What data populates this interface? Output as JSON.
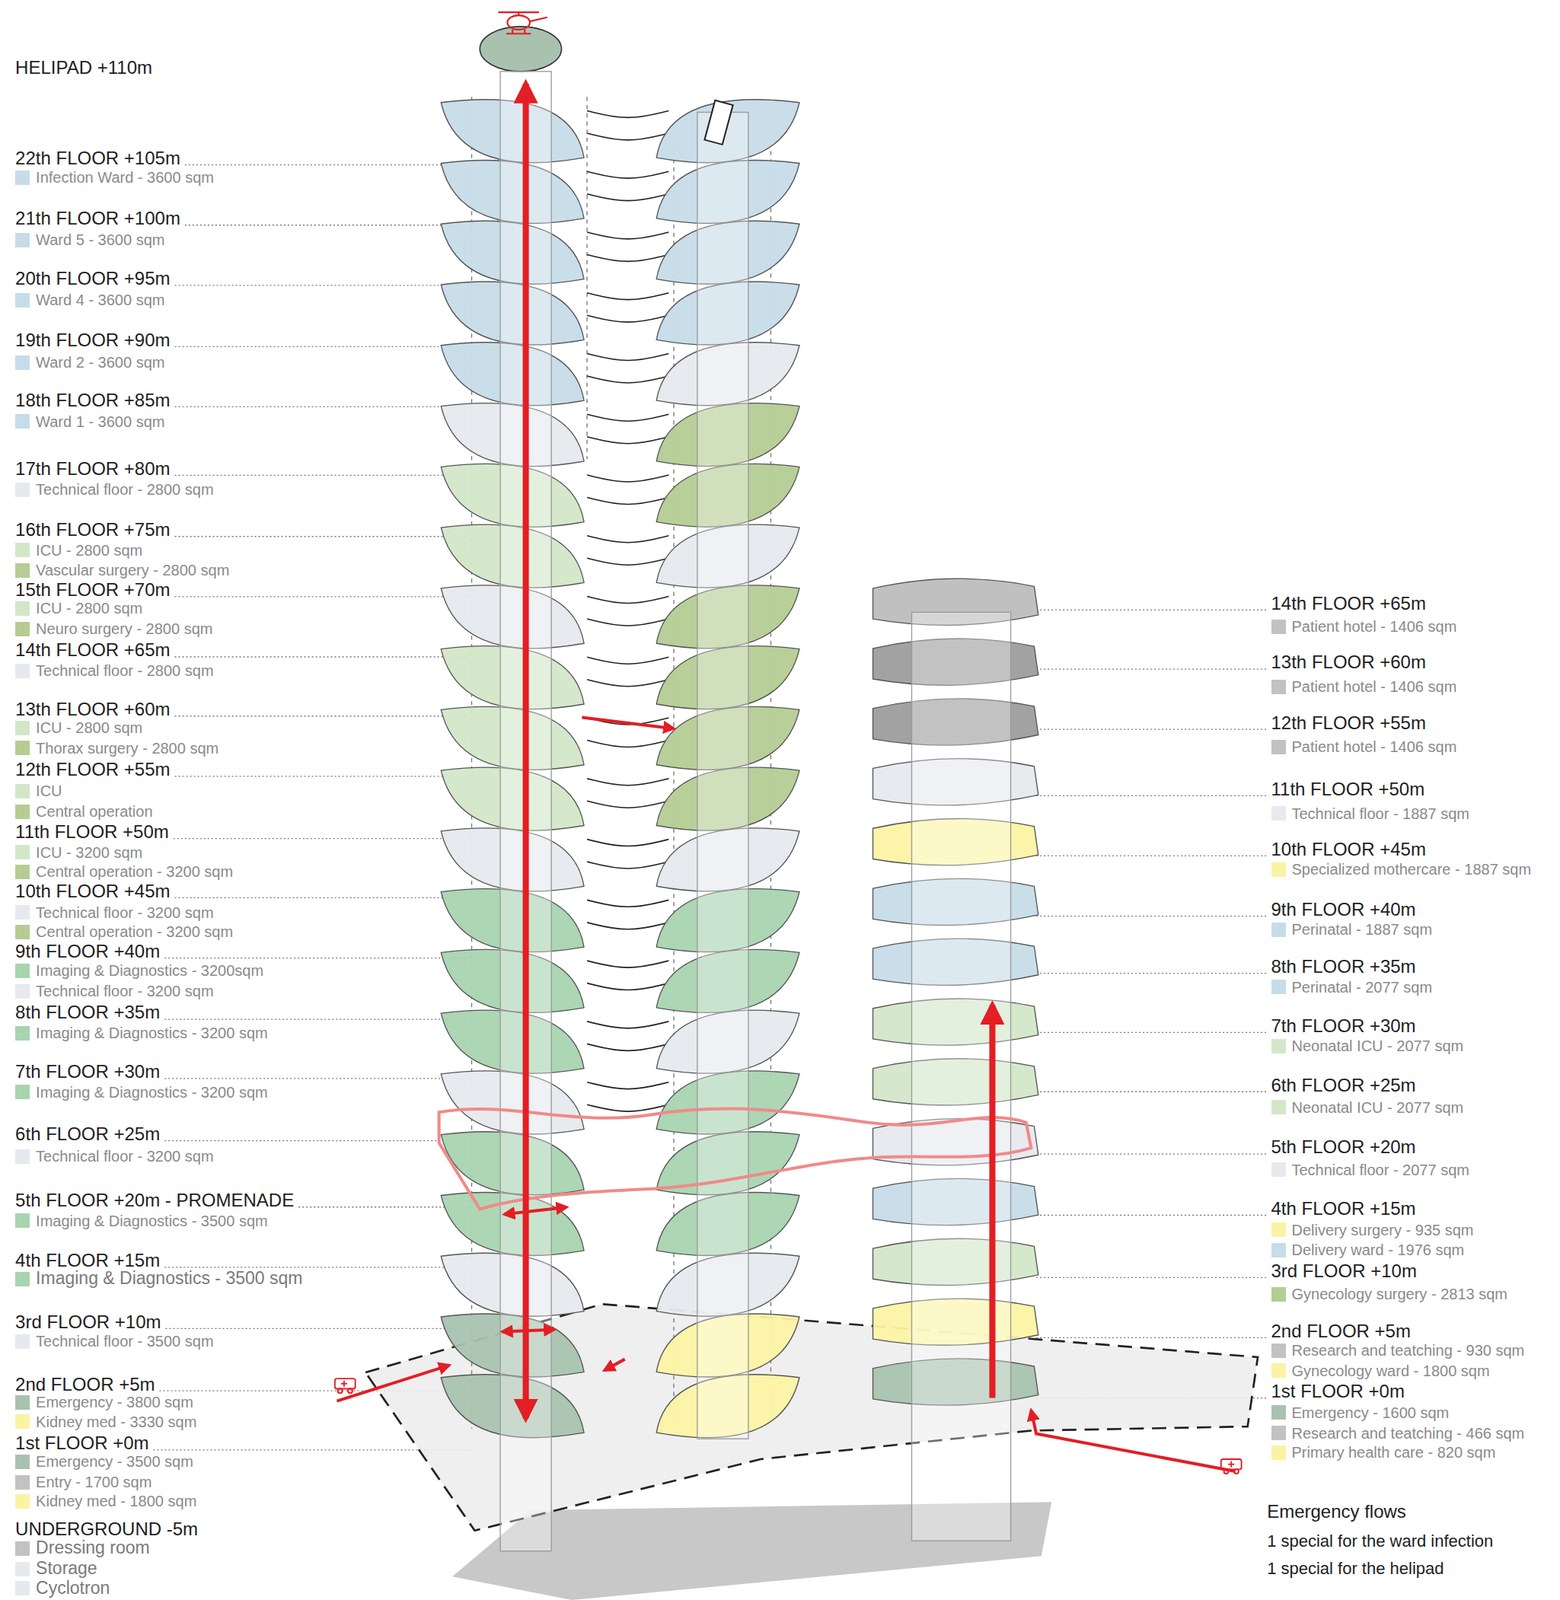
{
  "diagram": {
    "labels": [
      "HELIPAD +110m",
      "22th FLOOR +105m",
      "21th FLOOR +100m",
      "20th FLOOR +95m",
      "19th FLOOR +90m",
      "18th FLOOR +85m",
      "17th FLOOR +80m",
      "16th FLOOR +75m",
      "15th FLOOR +70m",
      "14th FLOOR +65m",
      "13th FLOOR +60m",
      "12th FLOOR +55m",
      "11th FLOOR +50m",
      "10th FLOOR +45m",
      "9th FLOOR +40m",
      "8th FLOOR +35m",
      "7th FLOOR +30m",
      "6th FLOOR +25m",
      "5th FLOOR +20m - PROMENADE",
      "4th FLOOR +15m",
      "3rd FLOOR +10m",
      "2nd FLOOR +5m",
      "1st FLOOR +0m",
      "UNDERGROUND -5m",
      "14th FLOOR +65m",
      "13th FLOOR +60m",
      "12th FLOOR +55m",
      "11th FLOOR +50m",
      "10th FLOOR +45m",
      "9th FLOOR +40m",
      "8th FLOOR +35m",
      "7th FLOOR +30m",
      "6th FLOOR +25m",
      "5th FLOOR +20m",
      "4th FLOOR +15m",
      "3rd FLOOR +10m",
      "2nd FLOOR +5m",
      "1st FLOOR +0m",
      "Emergency flows",
      "1 special for the ward infection",
      "1 special for the helipad"
    ],
    "legend": [
      {
        "text": "Infection Ward - 3600 sqm",
        "color": "#c6dce8"
      },
      {
        "text": "Ward 5 - 3600 sqm",
        "color": "#c6dce8"
      },
      {
        "text": "Ward 4 - 3600 sqm",
        "color": "#c6dce8"
      },
      {
        "text": "Ward 2 - 3600 sqm",
        "color": "#c6dce8"
      },
      {
        "text": "Ward 1 - 3600 sqm",
        "color": "#c6dce8"
      },
      {
        "text": "Technical floor - 2800 sqm",
        "color": "#e6e9ed"
      },
      {
        "text": "ICU - 2800 sqm",
        "color": "#d3e7c8"
      },
      {
        "text": "Vascular surgery - 2800 sqm",
        "color": "#b5cc93"
      },
      {
        "text": "ICU - 2800 sqm",
        "color": "#d3e7c8"
      },
      {
        "text": "Neuro surgery - 2800 sqm",
        "color": "#b5cc93"
      },
      {
        "text": "Technical floor - 2800 sqm",
        "color": "#e6e9ed"
      },
      {
        "text": "ICU - 2800 sqm",
        "color": "#d3e7c8"
      },
      {
        "text": "Thorax surgery - 2800 sqm",
        "color": "#b5cc93"
      },
      {
        "text": "ICU",
        "color": "#d3e7c8"
      },
      {
        "text": "Central operation",
        "color": "#b5cc93"
      },
      {
        "text": "ICU - 3200 sqm",
        "color": "#d3e7c8"
      },
      {
        "text": "Central operation - 3200 sqm",
        "color": "#b5cc93"
      },
      {
        "text": "Technical floor - 3200 sqm",
        "color": "#e6e9ed"
      },
      {
        "text": "Central operation - 3200 sqm",
        "color": "#b5cc93"
      },
      {
        "text": "Imaging & Diagnostics - 3200sqm",
        "color": "#a8d4b0"
      },
      {
        "text": "Technical floor - 3200 sqm",
        "color": "#e6e9ed"
      },
      {
        "text": "Imaging & Diagnostics - 3200 sqm",
        "color": "#a8d4b0"
      },
      {
        "text": "Imaging & Diagnostics - 3200 sqm",
        "color": "#a8d4b0"
      },
      {
        "text": "Technical floor - 3200 sqm",
        "color": "#e6e9ed"
      },
      {
        "text": "Imaging & Diagnostics - 3500 sqm",
        "color": "#a8d4b0"
      },
      {
        "text": "Imaging & Diagnostics - 3500 sqm",
        "color": "#a8d4b0"
      },
      {
        "text": "Technical floor - 3500 sqm",
        "color": "#e6e9ed"
      },
      {
        "text": "Emergency - 3800 sqm",
        "color": "#a9c2af"
      },
      {
        "text": "Kidney med - 3330 sqm",
        "color": "#fbf3a4"
      },
      {
        "text": "Emergency - 3500 sqm",
        "color": "#a9c2af"
      },
      {
        "text": "Entry - 1700 sqm",
        "color": "#c2c2c2"
      },
      {
        "text": "Kidney med - 1800 sqm",
        "color": "#fbf3a4"
      },
      {
        "text": "Dressing room",
        "color": "#c2c2c2"
      },
      {
        "text": "Storage",
        "color": "#e6e9ed"
      },
      {
        "text": "Cyclotron",
        "color": "#e6e9ed"
      },
      {
        "text": "Patient hotel - 1406 sqm",
        "color": "#c2c2c2"
      },
      {
        "text": "Patient hotel - 1406 sqm",
        "color": "#c2c2c2"
      },
      {
        "text": "Patient hotel - 1406 sqm",
        "color": "#c2c2c2"
      },
      {
        "text": "Technical floor - 1887 sqm",
        "color": "#e6e9ed"
      },
      {
        "text": "Specialized mothercare - 1887 sqm",
        "color": "#fbf3a4"
      },
      {
        "text": "Perinatal - 1887 sqm",
        "color": "#c6dce8"
      },
      {
        "text": "Perinatal - 2077 sqm",
        "color": "#c6dce8"
      },
      {
        "text": "Neonatal ICU - 2077 sqm",
        "color": "#d3e7c8"
      },
      {
        "text": "Neonatal ICU - 2077 sqm",
        "color": "#d3e7c8"
      },
      {
        "text": "Technical floor - 2077 sqm",
        "color": "#e6e9ed"
      },
      {
        "text": "Delivery surgery - 935 sqm",
        "color": "#fbf3a4"
      },
      {
        "text": "Delivery ward - 1976 sqm",
        "color": "#c6dce8"
      },
      {
        "text": "Gynecology surgery - 2813 sqm",
        "color": "#b5cc93"
      },
      {
        "text": "Research and teatching - 930 sqm",
        "color": "#c2c2c2"
      },
      {
        "text": "Gynecology ward - 1800 sqm",
        "color": "#fbf3a4"
      },
      {
        "text": "Emergency - 1600 sqm",
        "color": "#a9c2af"
      },
      {
        "text": "Research and teatching - 466 sqm",
        "color": "#c2c2c2"
      },
      {
        "text": "Primary health care - 820 sqm",
        "color": "#fbf3a4"
      }
    ]
  }
}
